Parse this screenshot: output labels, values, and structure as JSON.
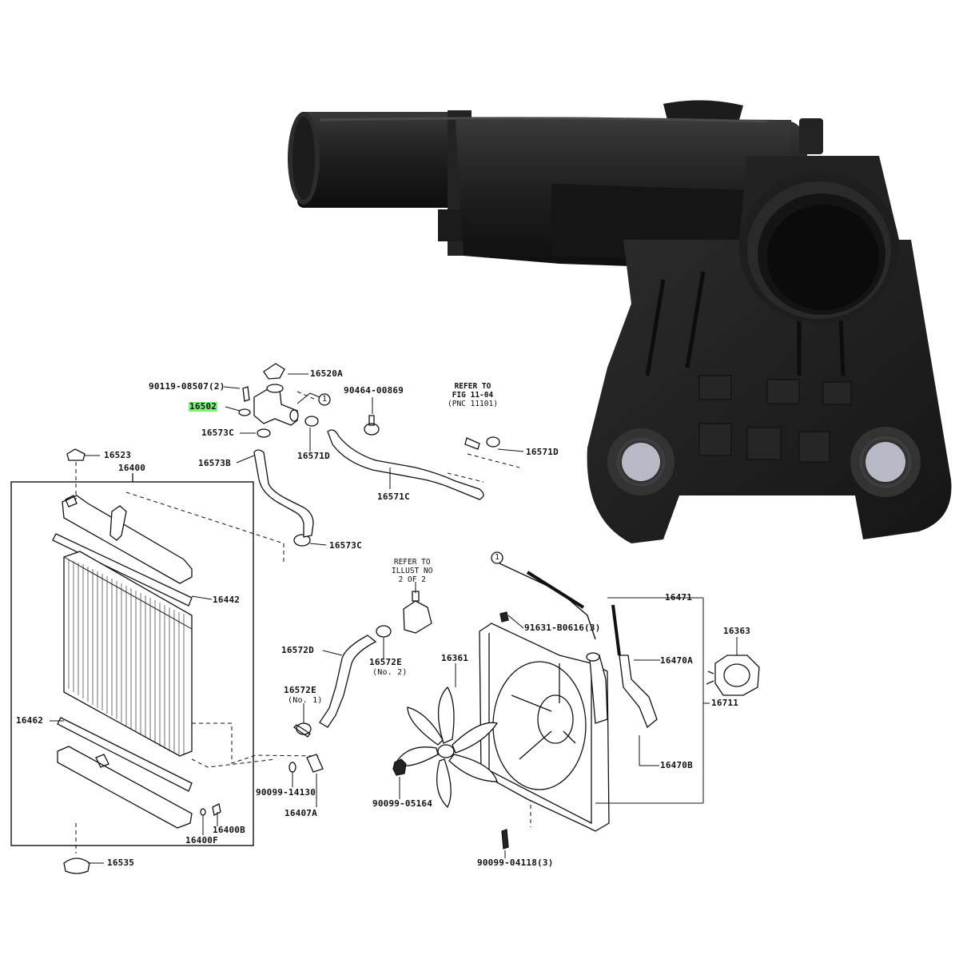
{
  "colors": {
    "highlight": "#7ef07a",
    "part_black": "#1e1e1e",
    "line": "#111111"
  },
  "photo": {
    "name": "water-outlet-part-photo"
  },
  "labels": {
    "p90119": "90119-08507(2)",
    "p16502": "16502",
    "p16520A": "16520A",
    "p16573C_a": "16573C",
    "p16573B": "16573B",
    "p16573C_b": "16573C",
    "p16571D_a": "16571D",
    "p16571D_b": "16571D",
    "p16571C": "16571C",
    "p90464": "90464-00869",
    "p16523": "16523",
    "p16400": "16400",
    "p16442": "16442",
    "p16462": "16462",
    "p16535": "16535",
    "p16400B": "16400B",
    "p16400F": "16400F",
    "p16572D": "16572D",
    "p16572E": "16572E",
    "p16572E_no2": "(No. 2)",
    "p16572E2": "16572E",
    "p16572E2_no1": "(No. 1)",
    "p90099_14130": "90099-14130",
    "p16407A": "16407A",
    "p16361": "16361",
    "p90099_05164": "90099-05164",
    "p90099_04118": "90099-04118(3)",
    "p91631": "91631-B0616(3)",
    "p16471": "16471",
    "p16470A": "16470A",
    "p16470B": "16470B",
    "p16711": "16711",
    "p16363": "16363",
    "circle1_a": "1",
    "circle1_b": "1"
  },
  "notes": {
    "refer_fig": [
      "REFER TO",
      "FIG 11-04",
      "(PNC 11101)"
    ],
    "refer_illust": [
      "REFER TO",
      "ILLUST NO",
      "2 OF 2"
    ]
  }
}
